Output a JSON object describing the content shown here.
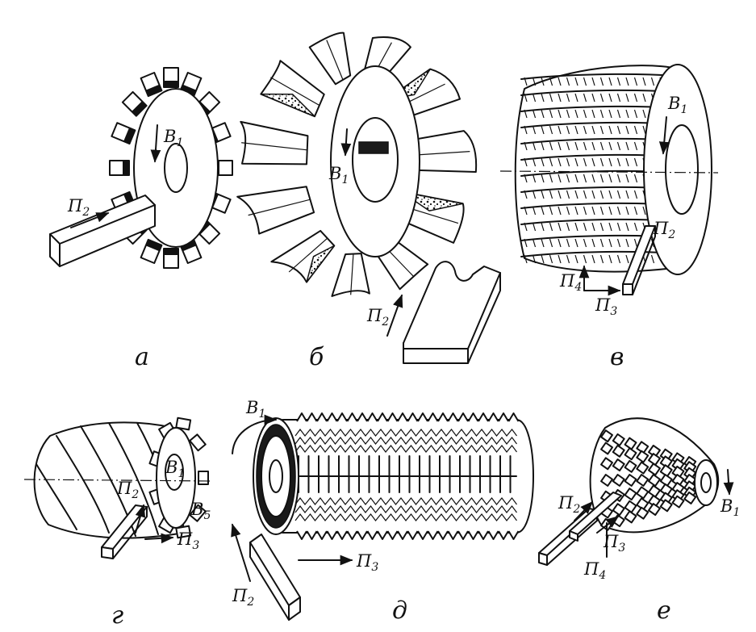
{
  "panels": [
    {
      "id": "a",
      "caption": "а",
      "labels": {
        "rot": "В",
        "rot_sub": "1",
        "feed": "П",
        "feed_sub": "2"
      }
    },
    {
      "id": "b",
      "caption": "б",
      "labels": {
        "rot": "В",
        "rot_sub": "1",
        "feed": "П",
        "feed_sub": "2"
      }
    },
    {
      "id": "v",
      "caption": "в",
      "labels": {
        "rot": "В",
        "rot_sub": "1",
        "f2": "П",
        "f2_sub": "2",
        "f3": "П",
        "f3_sub": "3",
        "f4": "П",
        "f4_sub": "4"
      }
    },
    {
      "id": "g",
      "caption": "г",
      "labels": {
        "rot": "В",
        "rot_sub": "1",
        "b5": "В",
        "b5_sub": "5",
        "f2": "П",
        "f2_sub": "2",
        "f3": "П",
        "f3_sub": "3"
      }
    },
    {
      "id": "d",
      "caption": "д",
      "labels": {
        "rot": "В",
        "rot_sub": "1",
        "f2": "П",
        "f2_sub": "2",
        "f3": "П",
        "f3_sub": "3"
      }
    },
    {
      "id": "e",
      "caption": "е",
      "labels": {
        "rot": "В",
        "rot_sub": "1",
        "f2": "П",
        "f2_sub": "2",
        "f3": "П",
        "f3_sub": "3",
        "f4": "П",
        "f4_sub": "4"
      }
    }
  ],
  "ink_color": "#111111"
}
